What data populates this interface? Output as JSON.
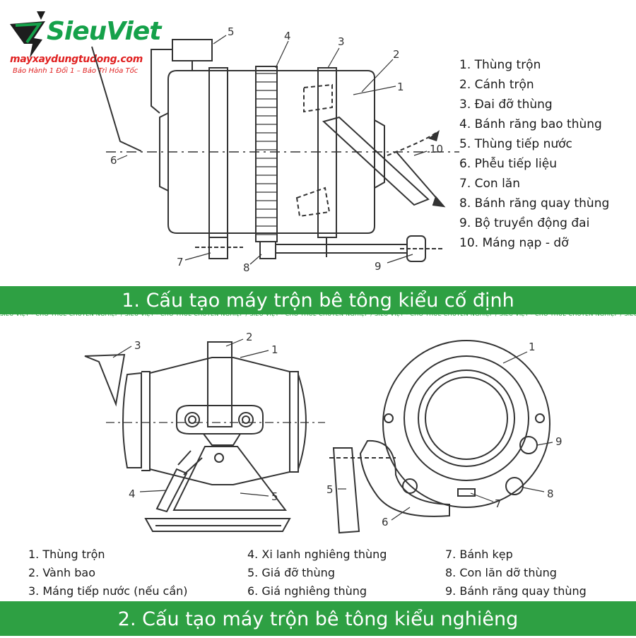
{
  "brand": {
    "name": "SieuViet",
    "domain": "mayxaydungtudong.com",
    "slogan": "Bảo Hành 1 Đổi 1 – Bảo Trì Hỏa Tốc",
    "brand_color": "#15a14a",
    "accent_color": "#e02020"
  },
  "section1": {
    "banner_title": "1. Cấu tạo máy trộn bê tông kiểu cố định",
    "diagram_numbers": [
      "1",
      "2",
      "3",
      "4",
      "5",
      "6",
      "7",
      "8",
      "9",
      "10"
    ],
    "legend": [
      "1. Thùng trộn",
      "2. Cánh trộn",
      "3. Đai đỡ thùng",
      "4. Bánh răng bao thùng",
      "5. Thùng tiếp nước",
      "6. Phễu tiếp liệu",
      "7. Con lăn",
      "8. Bánh răng quay thùng",
      "9. Bộ truyền động đai",
      "10. Máng nạp - dỡ"
    ]
  },
  "watermark": "SIÊU VIỆT - CHO THUÊ CHUYÊN NGHIỆP / SIÊU VIỆT - CHO THUÊ CHUYÊN NGHIỆP / SIÊU VIỆT - CHO THUÊ CHUYÊN NGHIỆP / SIÊU VIỆT - CHO THUÊ CHUYÊN NGHIỆP / SIÊU VIỆT - CHO THUÊ CHUYÊN NGHIỆP / SIÊU VIỆT - CHO THUÊ CHUYÊN NGHIỆP",
  "section2": {
    "banner_title": "2. Cấu tạo máy trộn bê tông kiểu nghiêng",
    "side_view_numbers": [
      "1",
      "2",
      "3",
      "4",
      "5"
    ],
    "front_view_numbers": [
      "1",
      "5",
      "6",
      "7",
      "8",
      "9"
    ],
    "legend_col1": [
      "1. Thùng trộn",
      "2. Vành bao",
      "3. Máng tiếp nước (nếu cần)"
    ],
    "legend_col2": [
      "4. Xi lanh nghiêng thùng",
      "5. Giá đỡ thùng",
      "6. Giá nghiêng thùng"
    ],
    "legend_col3": [
      "7. Bánh kẹp",
      "8. Con lăn dỡ thùng",
      "9. Bánh răng quay thùng"
    ],
    "banner_color": "#2ea043"
  }
}
